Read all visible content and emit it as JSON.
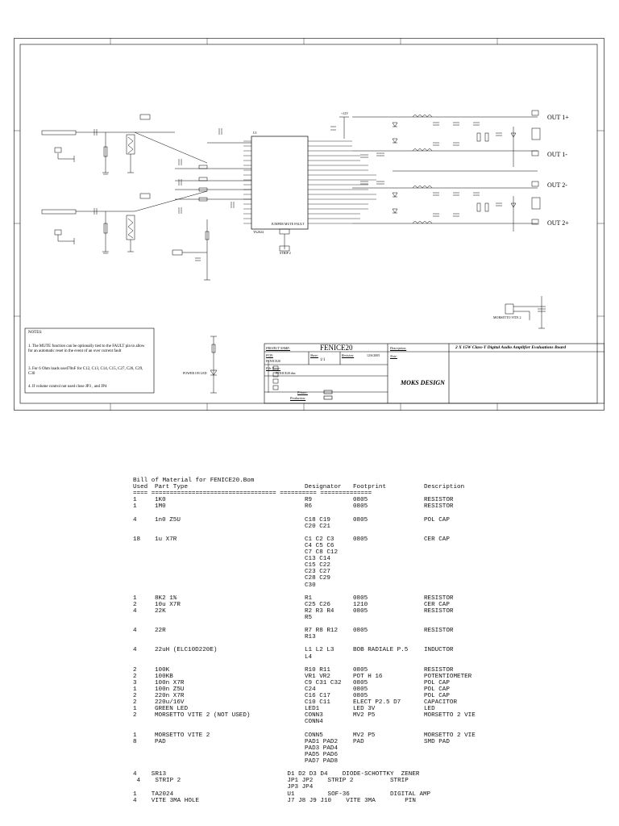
{
  "schematic": {
    "output_labels": [
      "OUT 1+",
      "OUT 1-",
      "OUT 2-",
      "OUT 2+"
    ],
    "title_block": {
      "project_name_label": "PROJECT NAME:",
      "project_name": "FENICE20",
      "pcb_label": "PCB:",
      "pcb": "FENICE20",
      "sheet_label": "Sheet:",
      "sheet": "1/1",
      "revision_label": "Revision:",
      "date": "12/6/2005",
      "description_label": "Description:",
      "description": "2 X 15W Class-T Digital Audio Amplifier Evaluations Board",
      "note_label": "Note:",
      "file_name_label": "File Name:",
      "file_name": "FENICE20.dsn",
      "printer_label": "Printer:",
      "production_label": "Production:",
      "company": "MOKS DESIGN"
    },
    "notes": {
      "title": "NOTES:",
      "items": [
        "1. The MUTE function can be optionally tied to the FAULT pin to allow for an automatic reset in the event of an over current fault",
        "3. For 6 Ohm loads use470nF for C12, C13, C14, C15, C27, C26, C29, C30",
        "4. If volume control not used close JP3 , and JP4"
      ]
    },
    "ic_label": "U1",
    "ic_part": "TA2024",
    "power_label": "+12V",
    "jumper_label": "JUMPER MUTE FAULT",
    "strip_label": "STRIP 2",
    "connector_label": "MORSETTO VITE 2",
    "led_label": "POWER ON LED",
    "colors": {
      "line": "#000000",
      "paper": "#ffffff"
    }
  },
  "bom": {
    "title": "Bill of Material for FENICE20.Bom",
    "headers": {
      "used": "Used",
      "part": "Part Type",
      "designator": "Designator",
      "footprint": "Footprint",
      "description": "Description"
    },
    "separator": "==== ================================== ========== ==============",
    "rows": [
      {
        "used": "1",
        "part": "1K0",
        "des": [
          "R9"
        ],
        "foot": "0805",
        "desc": "RESISTOR"
      },
      {
        "used": "1",
        "part": "1M0",
        "des": [
          "R6"
        ],
        "foot": "0805",
        "desc": "RESISTOR"
      },
      {
        "used": "4",
        "part": "1n0 Z5U",
        "des": [
          "C18 C19",
          "C20 C21"
        ],
        "foot": "0805",
        "desc": "POL CAP"
      },
      {
        "used": "18",
        "part": "1u X7R",
        "des": [
          "C1 C2 C3",
          "C4 C5 C6",
          "C7 C8 C12",
          "C13 C14",
          "C15 C22",
          "C23 C27",
          "C28 C29",
          "C30"
        ],
        "foot": "0805",
        "desc": "CER CAP"
      },
      {
        "used": "1",
        "part": "8K2 1%",
        "des": [
          "R1"
        ],
        "foot": "0805",
        "desc": "RESISTOR"
      },
      {
        "used": "2",
        "part": "10u X7R",
        "des": [
          "C25 C26"
        ],
        "foot": "1210",
        "desc": "CER CAP"
      },
      {
        "used": "4",
        "part": "22K",
        "des": [
          "R2 R3 R4",
          "R5"
        ],
        "foot": "0805",
        "desc": "RESISTOR"
      },
      {
        "used": "4",
        "part": "22R",
        "des": [
          "R7 R8 R12",
          "R13"
        ],
        "foot": "0805",
        "desc": "RESISTOR"
      },
      {
        "used": "4",
        "part": "22uH (ELC10D220E)",
        "des": [
          "L1 L2 L3",
          "L4"
        ],
        "foot": "BOB RADIALE P.5",
        "desc": "INDUCTOR"
      },
      {
        "used": "2",
        "part": "100K",
        "des": [
          "R10 R11"
        ],
        "foot": "0805",
        "desc": "RESISTOR"
      },
      {
        "used": "2",
        "part": "100KB",
        "des": [
          "VR1 VR2"
        ],
        "foot": "POT H 16",
        "desc": "POTENTIOMETER"
      },
      {
        "used": "3",
        "part": "100n X7R",
        "des": [
          "C9 C31 C32"
        ],
        "foot": "0805",
        "desc": "POL CAP"
      },
      {
        "used": "1",
        "part": "100n Z5U",
        "des": [
          "C24"
        ],
        "foot": "0805",
        "desc": "POL CAP"
      },
      {
        "used": "2",
        "part": "220n X7R",
        "des": [
          "C16 C17"
        ],
        "foot": "0805",
        "desc": "POL CAP"
      },
      {
        "used": "2",
        "part": "220u/16V",
        "des": [
          "C10 C11"
        ],
        "foot": "ELECT P2.5 D7",
        "desc": "CAPACITOR"
      },
      {
        "used": "1",
        "part": "GREEN LED",
        "des": [
          "LED1"
        ],
        "foot": "LED 3V",
        "desc": "LED"
      },
      {
        "used": "2",
        "part": "MORSETTO VITE 2 (NOT USED)",
        "des": [
          "CONN3",
          "CONN4"
        ],
        "foot": "MV2 P5",
        "desc": "MORSETTO 2 VIE"
      },
      {
        "used": "1",
        "part": "MORSETTO VITE 2",
        "des": [
          "CONN5"
        ],
        "foot": "MV2 P5",
        "desc": "MORSETTO 2 VIE"
      },
      {
        "used": "8",
        "part": "PAD",
        "des": [
          "PAD1 PAD2",
          "PAD3 PAD4",
          "PAD5 PAD6",
          "PAD7 PAD8"
        ],
        "foot": "PAD",
        "desc": "SMD PAD"
      }
    ],
    "tail_lines": [
      "4    SR13                                 D1 D2 D3 D4    DIODE-SCHOTTKY  ZENER",
      " 4    STRIP 2                             JP1 JP2    STRIP 2          STRIP",
      "                                          JP3 JP4",
      "1    TA2024                               U1         SOF-36           DIGITAL AMP",
      "4    VITE 3MA HOLE                        J7 J8 J9 J10    VITE 3MA        PIN"
    ]
  }
}
